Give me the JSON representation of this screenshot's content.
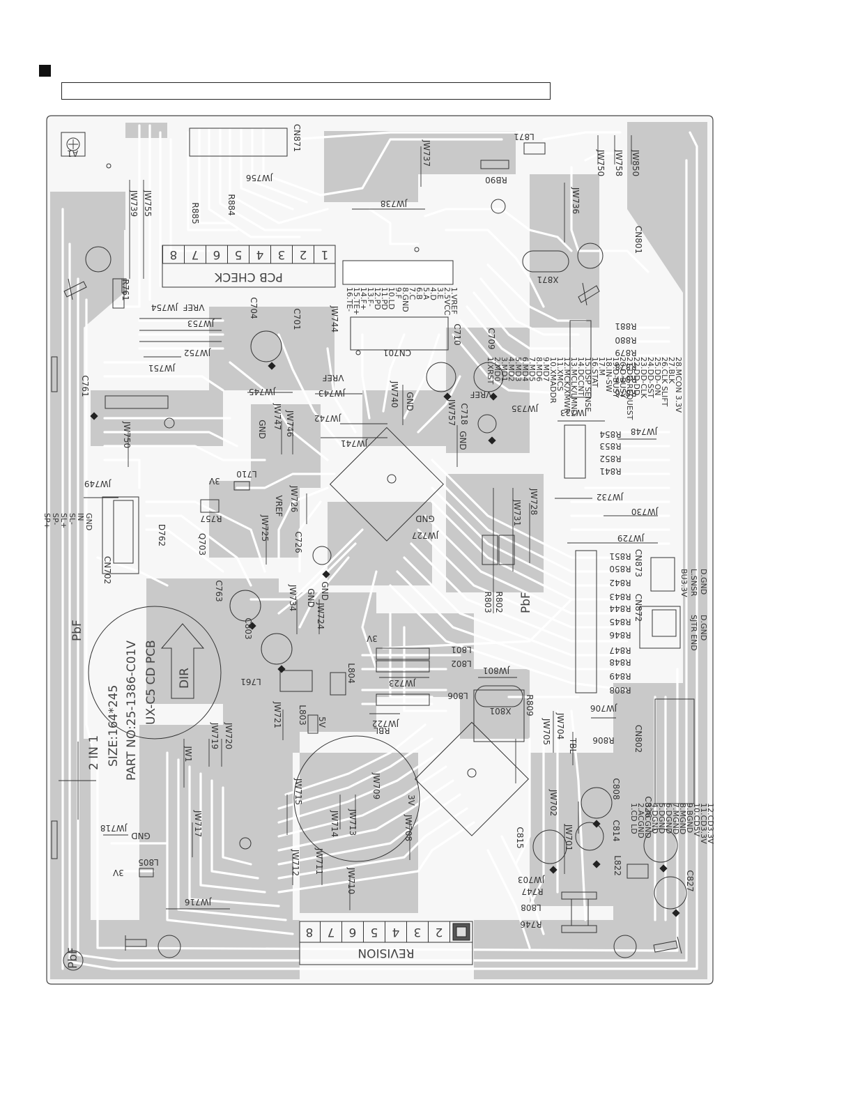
{
  "board": {
    "silkscreen": {
      "part_block": [
        "UX-C5 CD PCB",
        "PART NO:25-1386-C01V",
        "SIZE:164*245",
        "2 IN 1"
      ],
      "dir_mark": "DIR",
      "pbf_marks": [
        "PbF",
        "PbF",
        "PbF"
      ],
      "pcb_check_title": "PCB CHECK",
      "pcb_check_cells": [
        "1",
        "2",
        "3",
        "4",
        "5",
        "6",
        "7",
        "8"
      ],
      "revision_title": "REVISION",
      "revision_cells": [
        "2",
        "3",
        "4",
        "5",
        "6",
        "7",
        "8"
      ],
      "corner_mark": "A1"
    },
    "labels": [
      {
        "id": "cn871",
        "text": "CN871"
      },
      {
        "id": "l871",
        "text": "L871"
      },
      {
        "id": "rb90",
        "text": "RB90"
      },
      {
        "id": "jw737",
        "text": "JW737"
      },
      {
        "id": "jw738",
        "text": "JW738"
      },
      {
        "id": "jw736",
        "text": "JW736"
      },
      {
        "id": "jw750a",
        "text": "JW750"
      },
      {
        "id": "jw758",
        "text": "JW758"
      },
      {
        "id": "jw850",
        "text": "JW850"
      },
      {
        "id": "jw756",
        "text": "JW756"
      },
      {
        "id": "jw739",
        "text": "JW739"
      },
      {
        "id": "jw755",
        "text": "JW755"
      },
      {
        "id": "r885",
        "text": "R885"
      },
      {
        "id": "r884",
        "text": "R884"
      },
      {
        "id": "cn801",
        "text": "CN801"
      },
      {
        "id": "x871",
        "text": "X871"
      },
      {
        "id": "r761",
        "text": "R761"
      },
      {
        "id": "jw754",
        "text": "JW754"
      },
      {
        "id": "vref1",
        "text": "VREF"
      },
      {
        "id": "jw753",
        "text": "JW753"
      },
      {
        "id": "jw752",
        "text": "JW752"
      },
      {
        "id": "jw751",
        "text": "JW751"
      },
      {
        "id": "c704",
        "text": "C704"
      },
      {
        "id": "c701",
        "text": "C701"
      },
      {
        "id": "jw744",
        "text": "JW744"
      },
      {
        "id": "cn701",
        "text": "CN701"
      },
      {
        "id": "c710",
        "text": "C710"
      },
      {
        "id": "c709",
        "text": "C709"
      },
      {
        "id": "r881",
        "text": "R881"
      },
      {
        "id": "r880",
        "text": "R880"
      },
      {
        "id": "r879",
        "text": "R879"
      },
      {
        "id": "r878",
        "text": "R878"
      },
      {
        "id": "r877",
        "text": "R877"
      },
      {
        "id": "r876",
        "text": "R876"
      },
      {
        "id": "c761",
        "text": "C761"
      },
      {
        "id": "jw745",
        "text": "JW745"
      },
      {
        "id": "vref2",
        "text": "VREF"
      },
      {
        "id": "jw743",
        "text": "JW743"
      },
      {
        "id": "jw740",
        "text": "JW740"
      },
      {
        "id": "gnd1",
        "text": "GND"
      },
      {
        "id": "vref3",
        "text": "VREF"
      },
      {
        "id": "jw735",
        "text": "JW735"
      },
      {
        "id": "jw742",
        "text": "JW742"
      },
      {
        "id": "jw757",
        "text": "JW757"
      },
      {
        "id": "c718",
        "text": "C718"
      },
      {
        "id": "jw733",
        "text": "JW733"
      },
      {
        "id": "r854",
        "text": "R854"
      },
      {
        "id": "r853",
        "text": "R853"
      },
      {
        "id": "r852",
        "text": "R852"
      },
      {
        "id": "r841",
        "text": "R841"
      },
      {
        "id": "jw748",
        "text": "JW748"
      },
      {
        "id": "jw750b",
        "text": "JW750"
      },
      {
        "id": "jw747",
        "text": "JW747"
      },
      {
        "id": "jw746",
        "text": "JW746"
      },
      {
        "id": "gnd2",
        "text": "GND"
      },
      {
        "id": "jw741",
        "text": "JW741"
      },
      {
        "id": "gnd3",
        "text": "GND"
      },
      {
        "id": "jw749",
        "text": "JW749"
      },
      {
        "id": "l710",
        "text": "L710"
      },
      {
        "id": "v3a",
        "text": "3V"
      },
      {
        "id": "r757",
        "text": "R757"
      },
      {
        "id": "jw732",
        "text": "JW732"
      },
      {
        "id": "jw730",
        "text": "JW730"
      },
      {
        "id": "jw726",
        "text": "JW726"
      },
      {
        "id": "vref4",
        "text": "VREF"
      },
      {
        "id": "gnd4",
        "text": "GND"
      },
      {
        "id": "jw727",
        "text": "JW727"
      },
      {
        "id": "jw731",
        "text": "JW731"
      },
      {
        "id": "jw728",
        "text": "JW728"
      },
      {
        "id": "jw729",
        "text": "JW729"
      },
      {
        "id": "d762",
        "text": "D762"
      },
      {
        "id": "q703",
        "text": "Q703"
      },
      {
        "id": "jw725",
        "text": "JW725"
      },
      {
        "id": "c726",
        "text": "C726"
      },
      {
        "id": "cn702",
        "text": "CN702"
      },
      {
        "id": "r851",
        "text": "R851"
      },
      {
        "id": "r850",
        "text": "R850"
      },
      {
        "id": "r842",
        "text": "R842"
      },
      {
        "id": "r843",
        "text": "R843"
      },
      {
        "id": "r844",
        "text": "R844"
      },
      {
        "id": "r845",
        "text": "R845"
      },
      {
        "id": "r846",
        "text": "R846"
      },
      {
        "id": "r847",
        "text": "R847"
      },
      {
        "id": "r848",
        "text": "R848"
      },
      {
        "id": "r849",
        "text": "R849"
      },
      {
        "id": "r808",
        "text": "R808"
      },
      {
        "id": "cn873",
        "text": "CN873"
      },
      {
        "id": "cn872",
        "text": "CN872"
      },
      {
        "id": "r803",
        "text": "R803"
      },
      {
        "id": "r802",
        "text": "R802"
      },
      {
        "id": "c763",
        "text": "C763"
      },
      {
        "id": "jw734",
        "text": "JW734"
      },
      {
        "id": "gnd5",
        "text": "GND"
      },
      {
        "id": "gnd6",
        "text": "GND"
      },
      {
        "id": "jw724",
        "text": "JW724"
      },
      {
        "id": "c803",
        "text": "C803"
      },
      {
        "id": "v3b",
        "text": "3V"
      },
      {
        "id": "l801",
        "text": "L801"
      },
      {
        "id": "l802",
        "text": "L802"
      },
      {
        "id": "jw801",
        "text": "JW801"
      },
      {
        "id": "l761",
        "text": "L761"
      },
      {
        "id": "l804",
        "text": "L804"
      },
      {
        "id": "jw723",
        "text": "JW723"
      },
      {
        "id": "l806",
        "text": "L806"
      },
      {
        "id": "x801",
        "text": "X801"
      },
      {
        "id": "r809",
        "text": "R809"
      },
      {
        "id": "jw706",
        "text": "JW706"
      },
      {
        "id": "l803",
        "text": "L803"
      },
      {
        "id": "v5",
        "text": "5V"
      },
      {
        "id": "jw722",
        "text": "JW722"
      },
      {
        "id": "rbl",
        "text": "RBL"
      },
      {
        "id": "r806",
        "text": "R806"
      },
      {
        "id": "jw705",
        "text": "JW705"
      },
      {
        "id": "jw704",
        "text": "JW704"
      },
      {
        "id": "tbl",
        "text": "TBL"
      },
      {
        "id": "cn802",
        "text": "CN802"
      },
      {
        "id": "jw721",
        "text": "JW721"
      },
      {
        "id": "jw720",
        "text": "JW720"
      },
      {
        "id": "jw719",
        "text": "JW719"
      },
      {
        "id": "jw1",
        "text": "JW1"
      },
      {
        "id": "jw715",
        "text": "JW715"
      },
      {
        "id": "jw709",
        "text": "JW709"
      },
      {
        "id": "v3c",
        "text": "3V"
      },
      {
        "id": "c808",
        "text": "C808"
      },
      {
        "id": "c826",
        "text": "C826"
      },
      {
        "id": "jw702",
        "text": "JW702"
      },
      {
        "id": "jw714",
        "text": "JW714"
      },
      {
        "id": "jw713",
        "text": "JW713"
      },
      {
        "id": "jw708",
        "text": "JW708"
      },
      {
        "id": "jw718",
        "text": "JW718"
      },
      {
        "id": "gnd7",
        "text": "GND"
      },
      {
        "id": "jw717",
        "text": "JW717"
      },
      {
        "id": "c815",
        "text": "C815"
      },
      {
        "id": "jw701",
        "text": "JW701"
      },
      {
        "id": "c814",
        "text": "C814"
      },
      {
        "id": "l805",
        "text": "L805"
      },
      {
        "id": "v3d",
        "text": "3V"
      },
      {
        "id": "jw712",
        "text": "JW712"
      },
      {
        "id": "jw711",
        "text": "JW711"
      },
      {
        "id": "jw703",
        "text": "JW703"
      },
      {
        "id": "l822",
        "text": "L822"
      },
      {
        "id": "c827",
        "text": "C827"
      },
      {
        "id": "jw710",
        "text": "JW710"
      },
      {
        "id": "r747",
        "text": "R747"
      },
      {
        "id": "jw716",
        "text": "JW716"
      },
      {
        "id": "l808",
        "text": "L808"
      },
      {
        "id": "r746",
        "text": "R746"
      }
    ],
    "pin_legends": {
      "cn701": [
        "1.VREF",
        "2.5VCC",
        "3.E",
        "4.D",
        "5.A",
        "6.B",
        "7.C",
        "8.GND",
        "9.F",
        "10.LD",
        "11.PD",
        "12.PD",
        "13.F-",
        "14.F+",
        "15.TE+",
        "16.TE-"
      ],
      "cn801": [
        "28.MCON 3.3V",
        "27.BLK",
        "26.CLK SLIFT",
        "25.DD-ON",
        "24.DD-SST",
        "23.DD-CLK",
        "22.DD-DD",
        "21.DD-REQUEST",
        "20.D-BUSY",
        "19.D-BUSY",
        "18.IN-SW",
        "17.M",
        "16.STAT",
        "15.DSP SENSE",
        "14.DCCNT",
        "13.MCLK/LMND",
        "12.MCK/XMWR",
        "11.XMCS",
        "10.XMADDR",
        "9.MD7",
        "8.MD6",
        "7.MD5",
        "6.MD4",
        "5.MD3",
        "4.MD2",
        "3.MD1",
        "2.MD0",
        "1.XRST"
      ],
      "cn873": [
        "D.GND",
        "L.SNSR",
        "BU3.3V"
      ],
      "cn872": [
        "D.GND",
        "SJTR END"
      ],
      "cn702": [
        "GND",
        "IN",
        "SL-",
        "SL+",
        "SP-",
        "SP+"
      ],
      "cn802": [
        "12.CD3.3V",
        "11.CD3.3V",
        "10.CD5V",
        "9.BGND",
        "8.MGND",
        "7.MGND",
        "6.DGND",
        "5.DGND",
        "4.DGND",
        "3.ACGND",
        "2.ACGND",
        "1.CD LD"
      ]
    }
  }
}
